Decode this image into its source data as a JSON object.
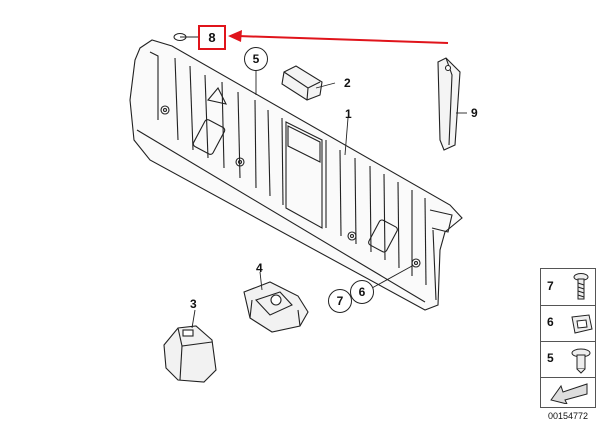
{
  "highlight": {
    "label": "8",
    "color": "#e0141b"
  },
  "callouts": {
    "p1": "1",
    "p2": "2",
    "p3": "3",
    "p4": "4",
    "p5": "5",
    "p6": "6",
    "p7": "7",
    "p9": "9"
  },
  "legend": {
    "items": [
      {
        "label": "7",
        "icon": "screw-icon"
      },
      {
        "label": "6",
        "icon": "grommet-nut-icon"
      },
      {
        "label": "5",
        "icon": "expanding-rivet-icon"
      }
    ],
    "arrow_icon": "direction-arrow-icon"
  },
  "document_number": "00154772"
}
